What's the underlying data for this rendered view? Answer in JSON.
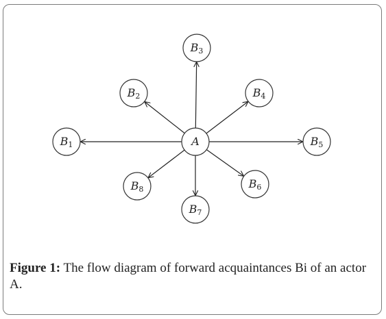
{
  "center_node": {
    "main": "A",
    "sub": ""
  },
  "nodes": [
    {
      "id": "b1",
      "main": "B",
      "sub": "1"
    },
    {
      "id": "b2",
      "main": "B",
      "sub": "2"
    },
    {
      "id": "b3",
      "main": "B",
      "sub": "3"
    },
    {
      "id": "b4",
      "main": "B",
      "sub": "4"
    },
    {
      "id": "b5",
      "main": "B",
      "sub": "5"
    },
    {
      "id": "b6",
      "main": "B",
      "sub": "6"
    },
    {
      "id": "b7",
      "main": "B",
      "sub": "7"
    },
    {
      "id": "b8",
      "main": "B",
      "sub": "8"
    }
  ],
  "edges": [
    {
      "from": "a",
      "to": "b1"
    },
    {
      "from": "a",
      "to": "b2"
    },
    {
      "from": "a",
      "to": "b3"
    },
    {
      "from": "a",
      "to": "b4"
    },
    {
      "from": "a",
      "to": "b5"
    },
    {
      "from": "a",
      "to": "b6"
    },
    {
      "from": "a",
      "to": "b7"
    },
    {
      "from": "a",
      "to": "b8"
    }
  ],
  "caption": {
    "label": "Figure 1:",
    "text": " The flow diagram of forward acquaintances Bi of an actor A."
  }
}
